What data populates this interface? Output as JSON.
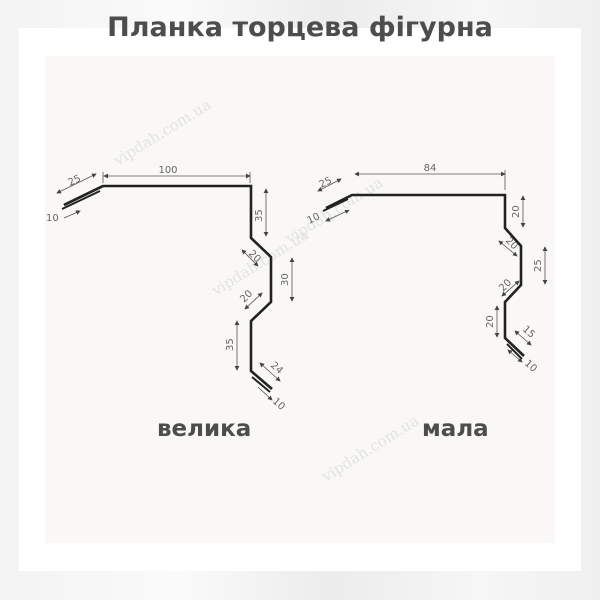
{
  "title": "Планка торцева фігурна",
  "watermark": "vipdah.com.ua",
  "profiles": {
    "large": {
      "label": "велика",
      "dimensions": {
        "top_slope": "25",
        "top_hem": "10",
        "top_width": "100",
        "upper_vertical": "35",
        "upper_diag": "20",
        "middle_vertical": "30",
        "lower_diag": "20",
        "lower_vertical": "35",
        "bottom_slope": "24",
        "bottom_hem": "10"
      }
    },
    "small": {
      "label": "мала",
      "dimensions": {
        "top_slope": "25",
        "top_hem": "10",
        "top_width": "84",
        "upper_vertical": "20",
        "upper_diag": "20",
        "middle_vertical": "25",
        "lower_diag": "20",
        "lower_vertical": "20",
        "bottom_slope": "15",
        "bottom_hem": "10"
      }
    }
  },
  "colors": {
    "title": "#4d4d4d",
    "profile_line": "#222222",
    "dimension": "#666666",
    "panel": "#f9f8f6"
  }
}
